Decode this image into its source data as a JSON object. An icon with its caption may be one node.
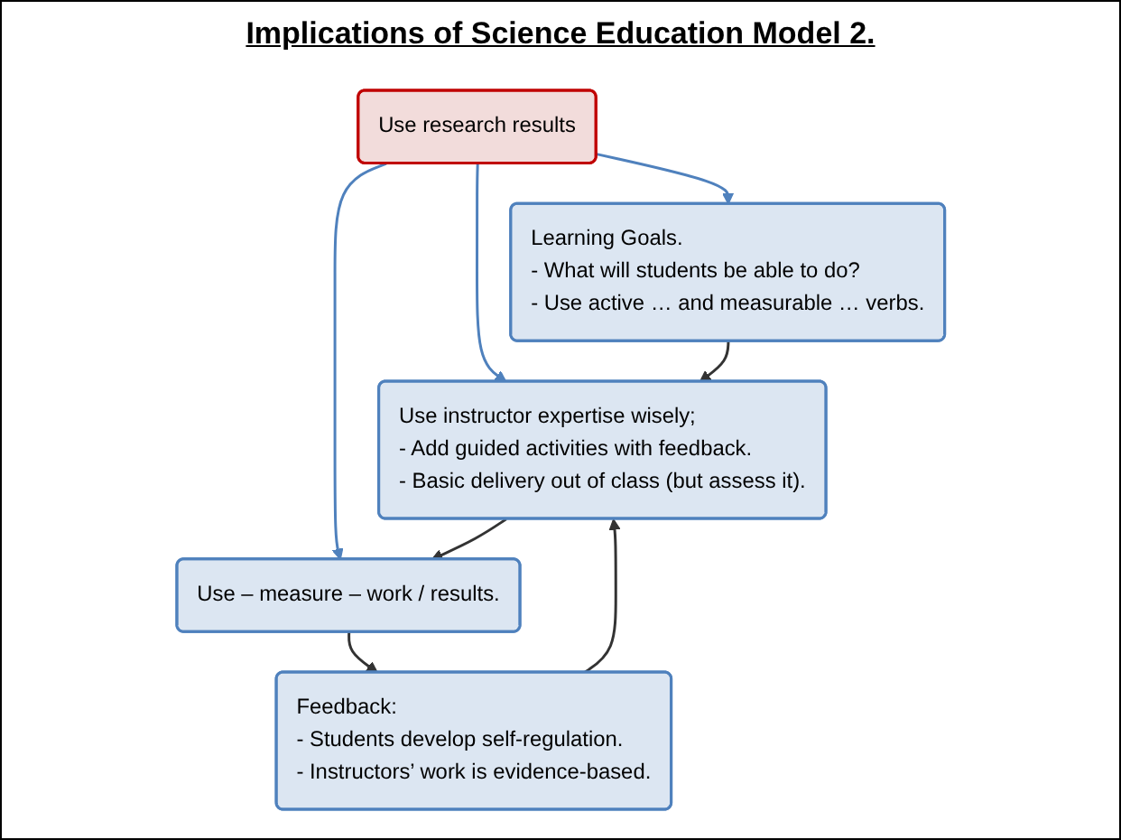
{
  "diagram": {
    "title": "Implications of Science Education Model 2.",
    "nodes": [
      {
        "text": [
          "Use research results"
        ]
      },
      {
        "text": [
          "Learning Goals.",
          "- What will students be able to do?",
          "- Use active … and measurable … verbs."
        ]
      },
      {
        "text": [
          "Use instructor expertise wisely;",
          "- Add guided activities with feedback.",
          "- Basic delivery out of class (but assess it)."
        ]
      },
      {
        "text": [
          "Use – measure – work / results."
        ]
      },
      {
        "text": [
          "Feedback:",
          "- Students develop self-regulation.",
          "- Instructors’ work is evidence-based."
        ]
      }
    ],
    "edges": [
      {
        "from": 0,
        "to": 1,
        "arrow": "to",
        "color": "#4f81bd"
      },
      {
        "from": 0,
        "to": 2,
        "arrow": "to",
        "color": "#4f81bd"
      },
      {
        "from": 0,
        "to": 3,
        "arrow": "to",
        "color": "#4f81bd"
      },
      {
        "from": 1,
        "to": 2,
        "arrow": "to"
      },
      {
        "from": 2,
        "to": 3,
        "arrow": "to"
      },
      {
        "from": 3,
        "to": 4,
        "arrow": "to"
      },
      {
        "from": 4,
        "to": 2,
        "arrow": "to"
      }
    ]
  }
}
